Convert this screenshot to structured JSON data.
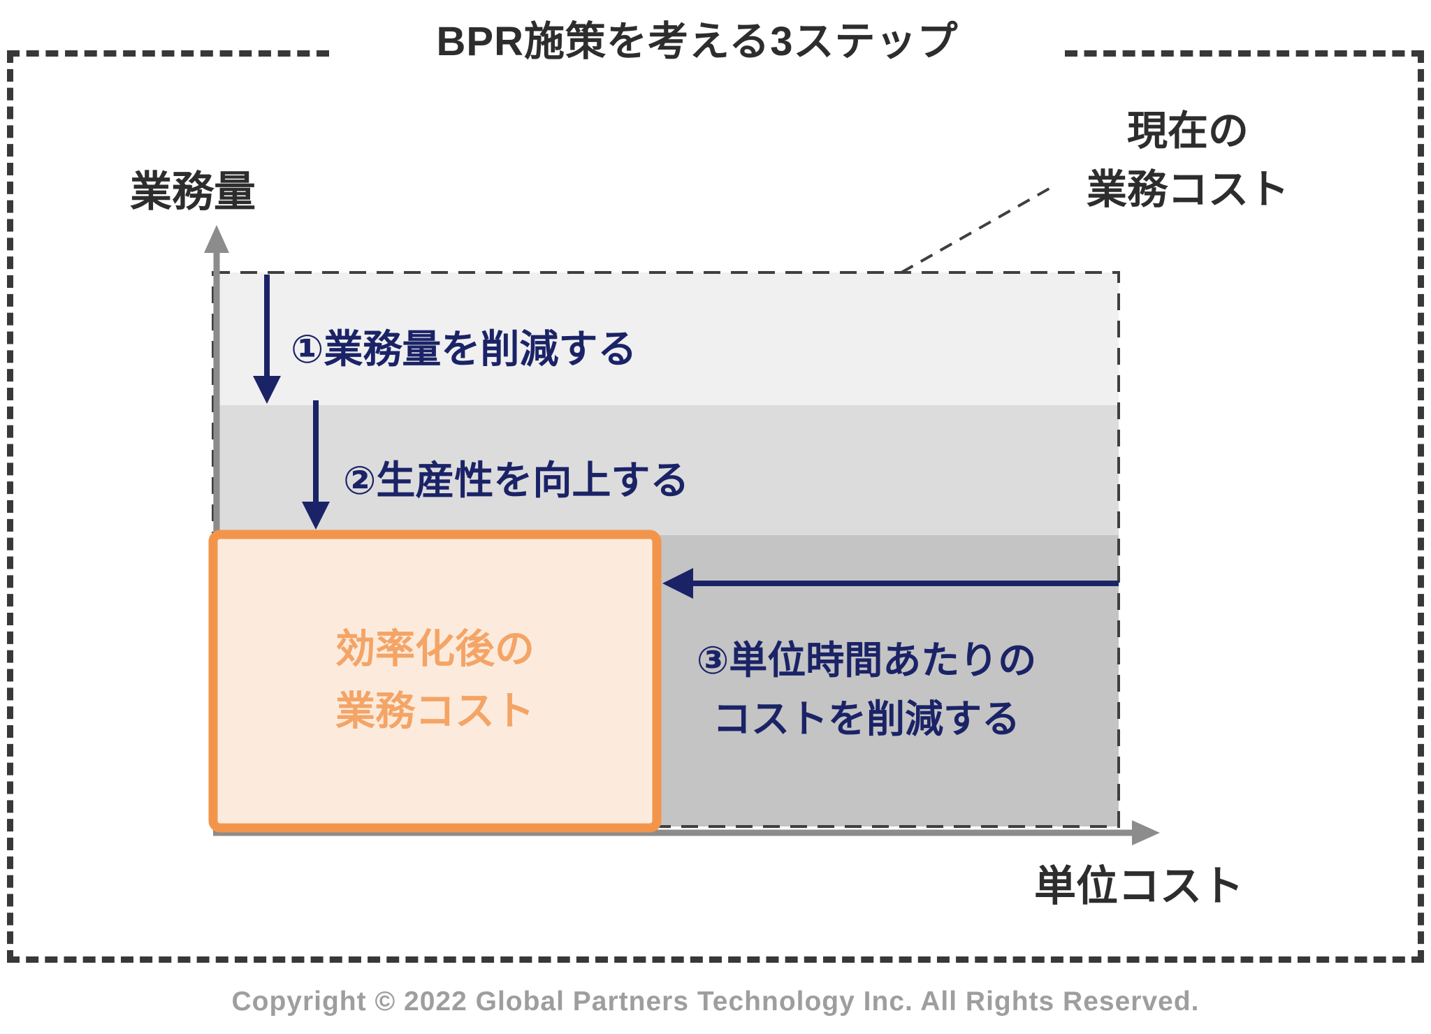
{
  "title": "BPR施策を考える3ステップ",
  "axes": {
    "y_label": "業務量",
    "x_label": "単位コスト"
  },
  "current_cost_callout": {
    "line1": "現在の",
    "line2": "業務コスト"
  },
  "steps": [
    {
      "label": "①業務量を削減する"
    },
    {
      "label": "②生産性を向上する"
    },
    {
      "label_line1": "③単位時間あたりの",
      "label_line2": "コストを削減する"
    }
  ],
  "result_box": {
    "line1": "効率化後の",
    "line2": "業務コスト"
  },
  "footer": {
    "copyright": "Copyright © 2022 Global Partners Technology Inc. All Rights Reserved."
  },
  "colors": {
    "navy": "#1b2367",
    "ink": "#2d2d2d",
    "frame": "#383838",
    "dash": "#3f3f3f",
    "axis": "#8c8c8c",
    "band1": "#f0f0f0",
    "band2": "#dcdcdc",
    "band3": "#c4c4c4",
    "orange": "#f2954a",
    "orange_fill": "#fcebdc",
    "orange_text": "#f4a466",
    "copyright": "#9e9e9e"
  }
}
